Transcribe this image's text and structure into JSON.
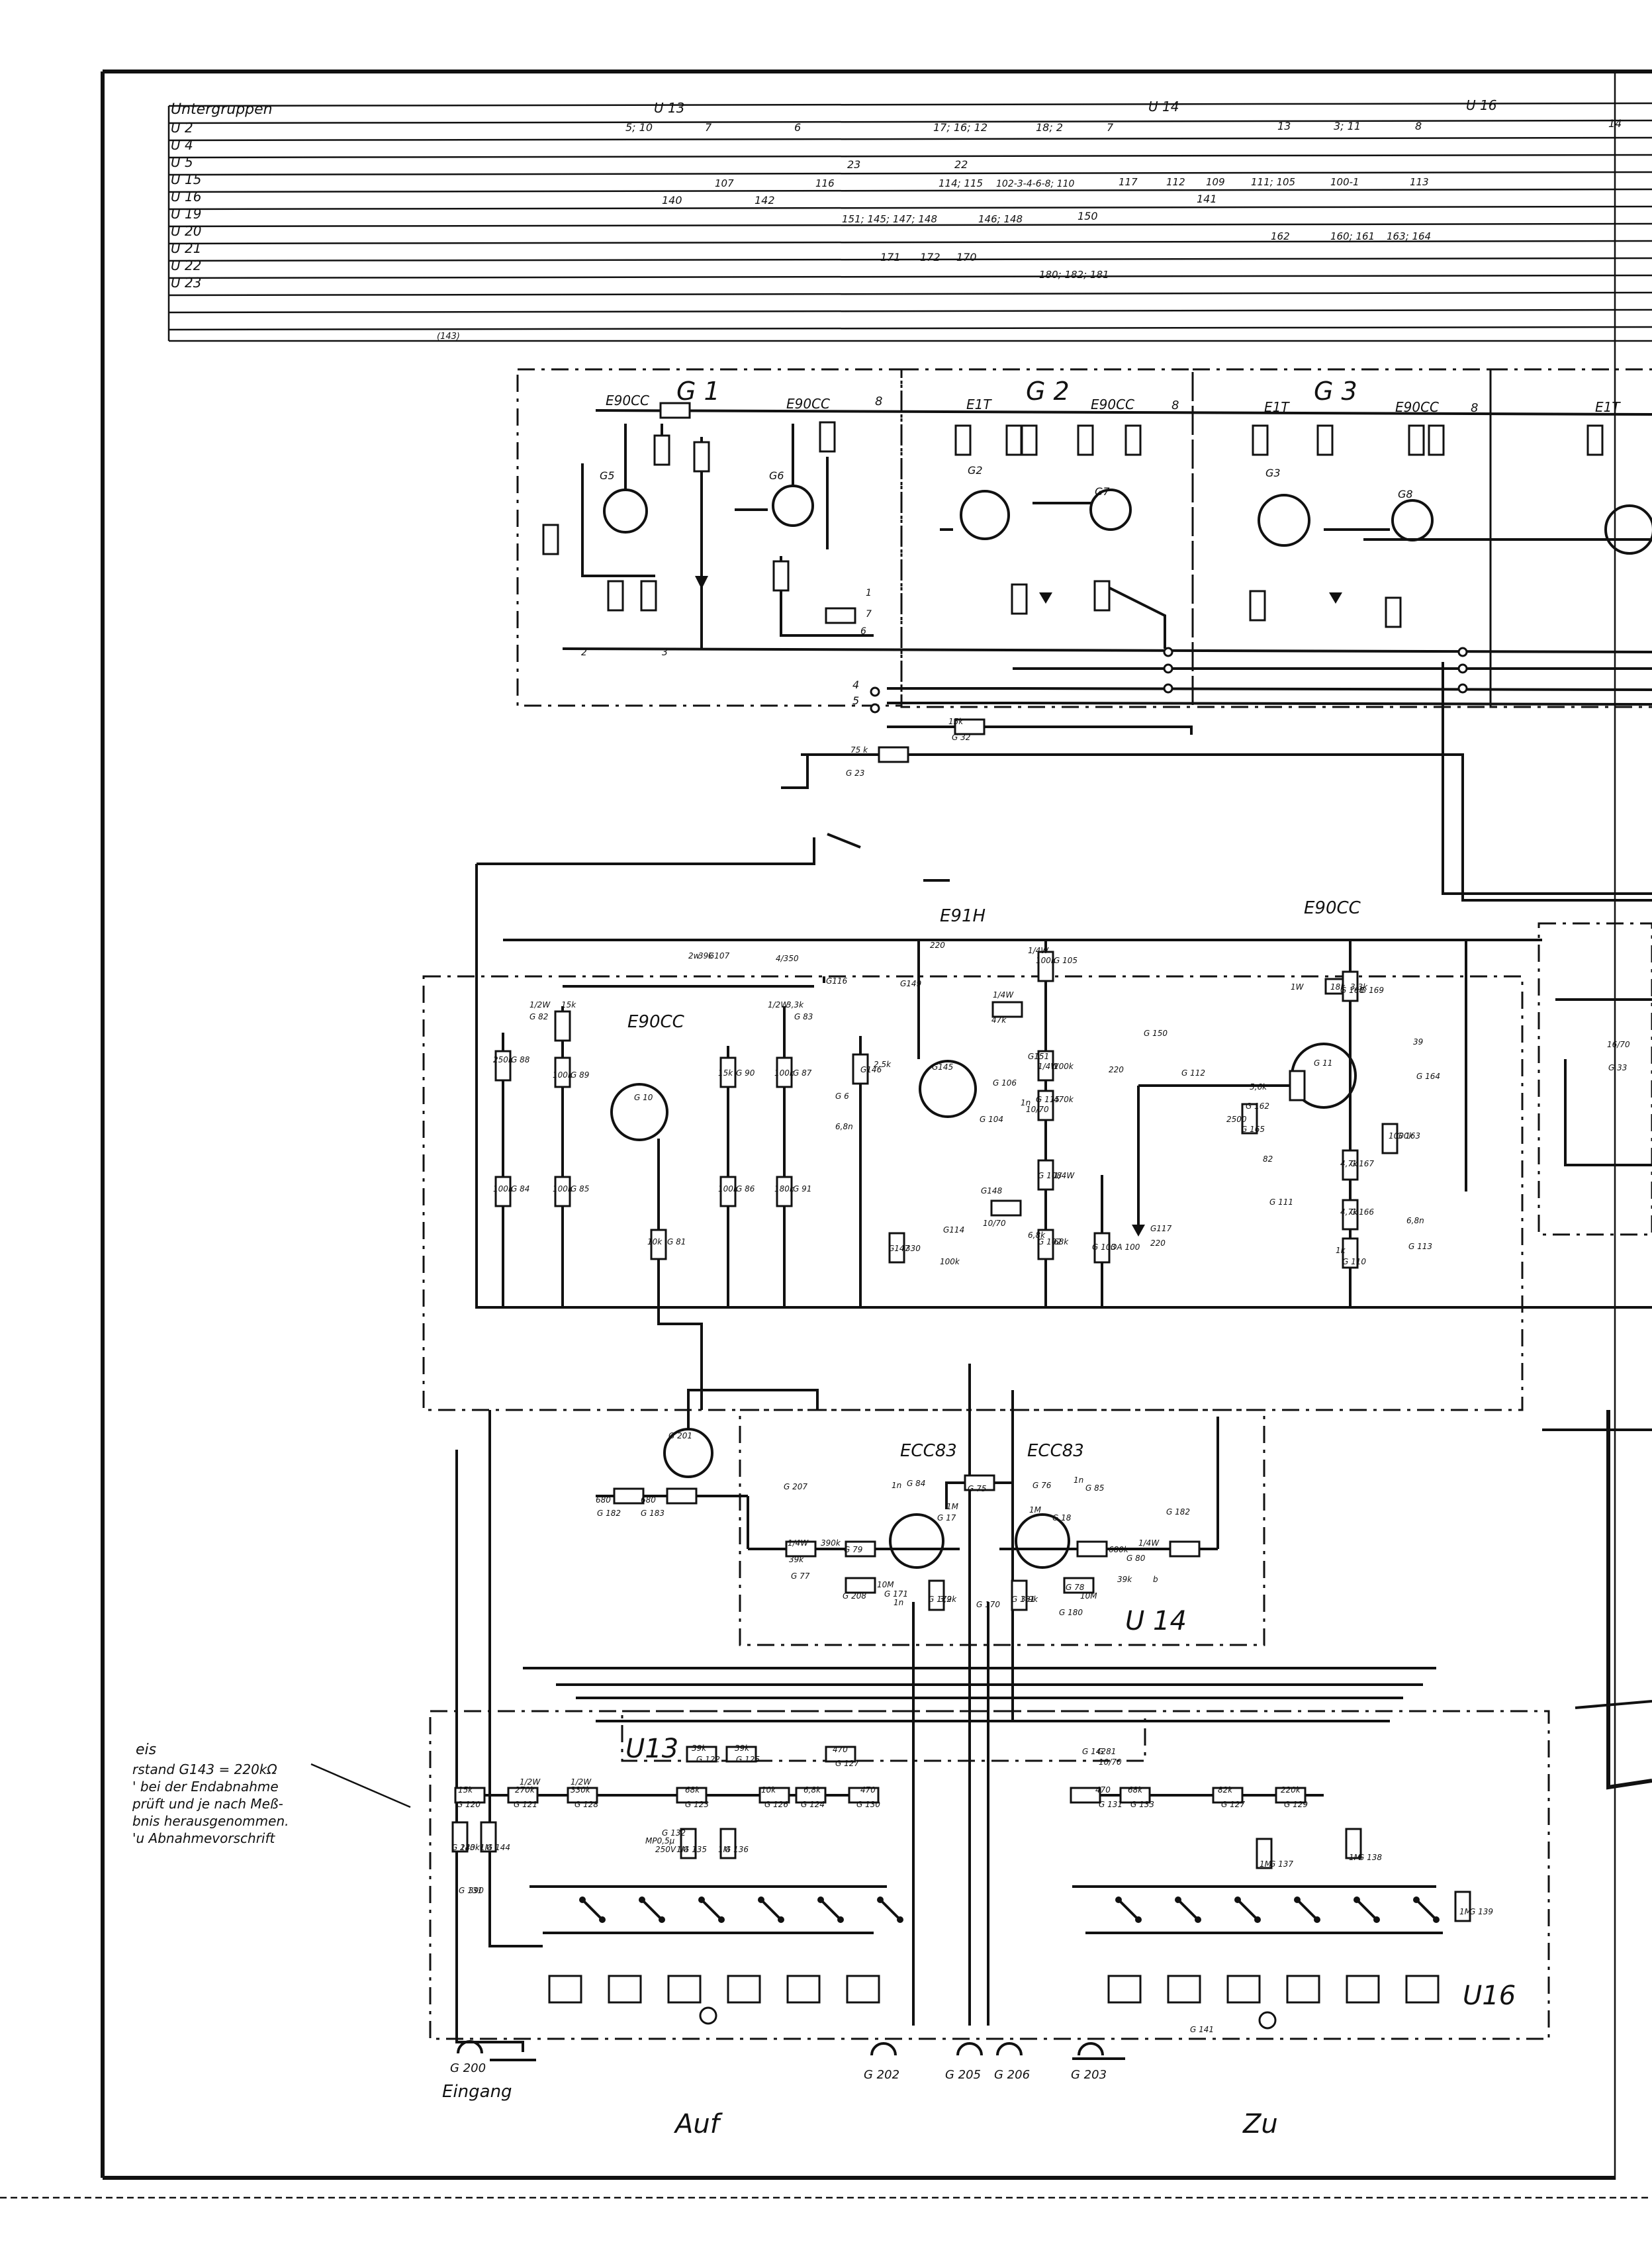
{
  "table": {
    "header": "Untergruppen",
    "rows": [
      "U 2",
      "U 4",
      "U 5",
      "U 15",
      "U 16",
      "U 19",
      "U 20",
      "U 21",
      "U 22",
      "U 23"
    ],
    "col_groups": [
      "U 13",
      "U 14",
      "U 16"
    ],
    "entries": {
      "u2": [
        "5; 10",
        "7",
        "6",
        "17; 16; 12",
        "18; 2",
        "7",
        "13",
        "3; 11",
        "8",
        "14"
      ],
      "u5": [
        "23",
        "22"
      ],
      "u15": [
        "107",
        "116",
        "114; 115",
        "102-3-4-6-8; 110",
        "117",
        "112",
        "109",
        "111; 105",
        "100-1",
        "113"
      ],
      "u16": [
        "140",
        "142",
        "141"
      ],
      "u19": [
        "151; 145; 147; 148",
        "146; 148",
        "150"
      ],
      "u20": [
        "162",
        "160; 161",
        "163; 164"
      ],
      "u21": [
        "171",
        "172",
        "170"
      ],
      "u22": [
        "180; 182; 181"
      ],
      "footnote": "(143)"
    }
  },
  "groups": [
    "G 1",
    "G 2",
    "G 3"
  ],
  "valves": [
    "E90CC",
    "E1T",
    "E91H",
    "ECC83",
    "ECC83"
  ],
  "components": {
    "g1": [
      "G5",
      "G6",
      "8",
      "1",
      "7",
      "6",
      "2",
      "3",
      "4",
      "5"
    ],
    "g2": [
      "G2",
      "G7",
      "8"
    ],
    "g3": [
      "G3",
      "G8",
      "8"
    ],
    "links": [
      "15k",
      "G 32",
      "75 k",
      "G 23"
    ],
    "mid_left": [
      "2w",
      "39k",
      "G107",
      "4/350",
      "G116",
      "1/2W",
      "15k",
      "G 82",
      "1/2W",
      "3,3k",
      "G 83",
      "250k",
      "G 88",
      "100k",
      "G 89",
      "100k",
      "G 84",
      "100k",
      "G 85",
      "10k",
      "G 81",
      "15k",
      "G 90",
      "100k",
      "G 86",
      "100k",
      "G 87",
      "180k",
      "G 91",
      "G 10"
    ],
    "mid_centre": [
      "220",
      "G149",
      "1/4W",
      "100k",
      "G 105",
      "1/4W",
      "47k",
      "G146",
      "2,5k",
      "G145",
      "G 6",
      "6,8n",
      "G151",
      "1/4W",
      "100k",
      "G 106",
      "1n",
      "G 104",
      "10/70",
      "G 115",
      "470k",
      "G148",
      "10/70",
      "G114",
      "100k",
      "G147",
      "330",
      "G 108",
      "1/4W",
      "6,8k",
      "G 102",
      "68k",
      "G 103",
      "OA 100",
      "G117",
      "220",
      "G 150",
      "220",
      "G 112"
    ],
    "mid_right": [
      "1W",
      "18k",
      "G 168",
      "3,3k",
      "G 169",
      "G 11",
      "39",
      "G 164",
      "5,6k",
      "G 162",
      "2500",
      "G 165",
      "82",
      "G 111",
      "4,7k",
      "G 167",
      "1000k",
      "G 163",
      "4,7k",
      "G 166",
      "6,8n",
      "G 113",
      "1k",
      "G 110",
      "16/70",
      "G 33"
    ],
    "u14": [
      "G 201",
      "680",
      "G 182",
      "680",
      "G 183",
      "G 207",
      "1n",
      "G 84",
      "G 75",
      "1M",
      "G 17",
      "1/4W",
      "390k",
      "G 79",
      "39k",
      "G 77",
      "10M",
      "G 171",
      "1n",
      "G 172",
      "3,9k",
      "G 170",
      "G 76",
      "1n",
      "G 85",
      "1M",
      "G 18",
      "1/4W",
      "680k",
      "G 80",
      "39k",
      "G 78",
      "10M",
      "G 181",
      "3,9k",
      "G 180",
      "G 182",
      "G 208",
      "b",
      "b"
    ],
    "u13": [
      "39k",
      "G 122",
      "39k",
      "G 125",
      "470",
      "G 127",
      "15k",
      "G 120",
      "1/2W",
      "270k",
      "G 121",
      "1/2W",
      "330k",
      "G 128",
      "68k",
      "G 123",
      "10k",
      "G 126",
      "6,8k",
      "G 124",
      "470",
      "G 130",
      "1M",
      "G 135",
      "1M",
      "G 136",
      "MP0,5µ",
      "250V",
      "G 132",
      "G 143",
      "220k",
      "1M",
      "G 144",
      "G 131",
      "390",
      "G 142"
    ],
    "u16": [
      "G 81",
      "10/70",
      "470",
      "G 131",
      "68k",
      "G 133",
      "82k",
      "G 127",
      "220k",
      "G 129",
      "1M",
      "G 137",
      "1M",
      "G 138",
      "1M",
      "G 139",
      "G 141"
    ],
    "bottom": [
      "G 200",
      "Eingang",
      "G 202",
      "G 205",
      "G 206",
      "G 203",
      "Auf",
      "Zu"
    ],
    "note": [
      "eis",
      "rstand G143 = 220kΩ",
      "' bei der Endabnahme",
      "prüft und je nach Meß-",
      "bnis herausgenommen.",
      "'u Abnahmevorschrift"
    ]
  },
  "labels": {
    "g1": "G 1",
    "g2": "G 2",
    "g3": "G 3",
    "valve_g1a": "E90CC",
    "valve_g1b": "E90CC",
    "valve_g2a": "E1T",
    "valve_g2b": "E90CC",
    "valve_g3a": "E1T",
    "valve_g3b": "E90CC",
    "valve_g4a": "E1T",
    "valve_mid": "E90CC",
    "valve_e91": "E91H",
    "valve_right": "E90CC",
    "valve_ecc_l": "ECC83",
    "valve_ecc_r": "ECC83",
    "u13": "U13",
    "u14": "U 14",
    "u16": "U16",
    "eingang": "Eingang",
    "auf": "Auf",
    "zu": "Zu"
  }
}
